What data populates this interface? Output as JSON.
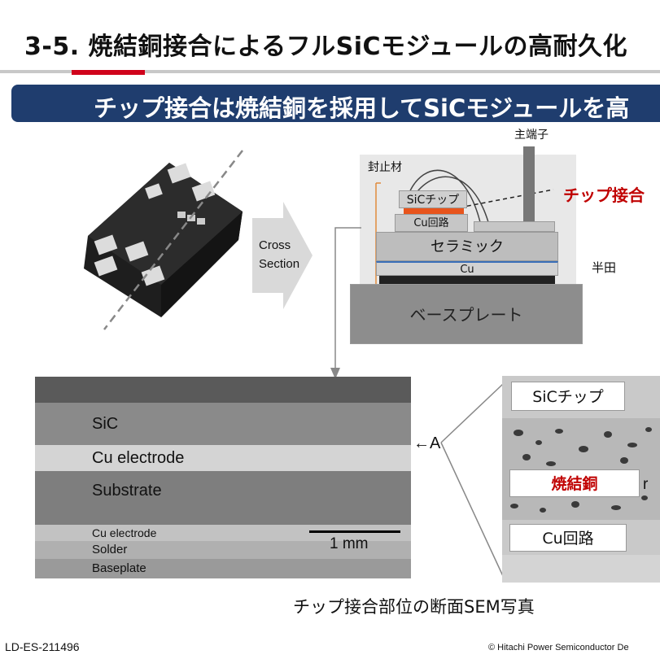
{
  "header": {
    "title": "3-5. 焼結銅接合によるフルSiCモジュールの高耐久化",
    "subtitle": "チップ接合は焼結銅を採用してSiCモジュールを高"
  },
  "diagram": {
    "cross_section_label": [
      "Cross",
      "Section"
    ],
    "seal_label": "封止材",
    "terminal_label": "主端子",
    "chip_bond_label": "チップ接合",
    "solder_label": "半田",
    "sic_chip": "SiCチップ",
    "cu_circuit": "Cu回路",
    "ceramic": "セラミック",
    "cu": "Cu",
    "baseplate": "ベースプレート"
  },
  "sem": {
    "layers": [
      "SiC",
      "Cu electrode",
      "Substrate",
      "Cu electrode",
      "Solder",
      "Baseplate"
    ],
    "scale": "1 mm",
    "marker": "←A",
    "caption": "チップ接合部位の断面SEM写真"
  },
  "sem_zoom": {
    "sic_chip": "SiCチップ",
    "sinter": "焼結銅",
    "cu_circuit": "Cu回路",
    "edge_char": "r"
  },
  "footer": {
    "doc_id": "LD-ES-211496",
    "copyright": "© Hitachi Power Semiconductor De"
  }
}
